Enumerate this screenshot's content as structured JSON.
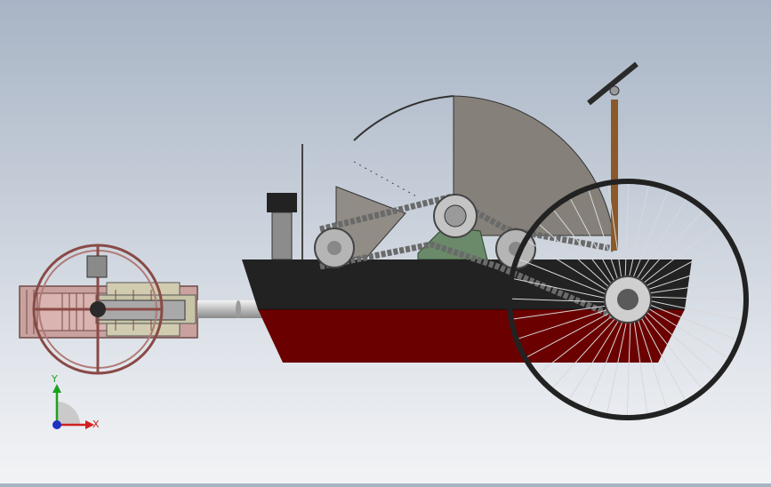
{
  "viewport": {
    "background_top": "#a8b4c5",
    "background_bottom": "#f2f3f5"
  },
  "colors": {
    "hull_black": "#222222",
    "hull_red": "#6b0000",
    "saw_blade": "#858079",
    "chain": "#6a6a6a",
    "frame_pink": "#c9938f",
    "mast_brown": "#8b5a2b",
    "wheel_rim": "#222222",
    "bracket_green": "#4a7a50"
  },
  "triad": {
    "x_label": "X",
    "y_label": "Y",
    "x_color": "#d02020",
    "y_color": "#20a020",
    "z_color": "#2030c0"
  },
  "model": {
    "components": [
      "front-handle-assembly",
      "connecting-shaft",
      "hull",
      "saw-blade",
      "chain-drive",
      "spoked-rear-wheel",
      "seat-mast",
      "exhaust-stack"
    ]
  }
}
